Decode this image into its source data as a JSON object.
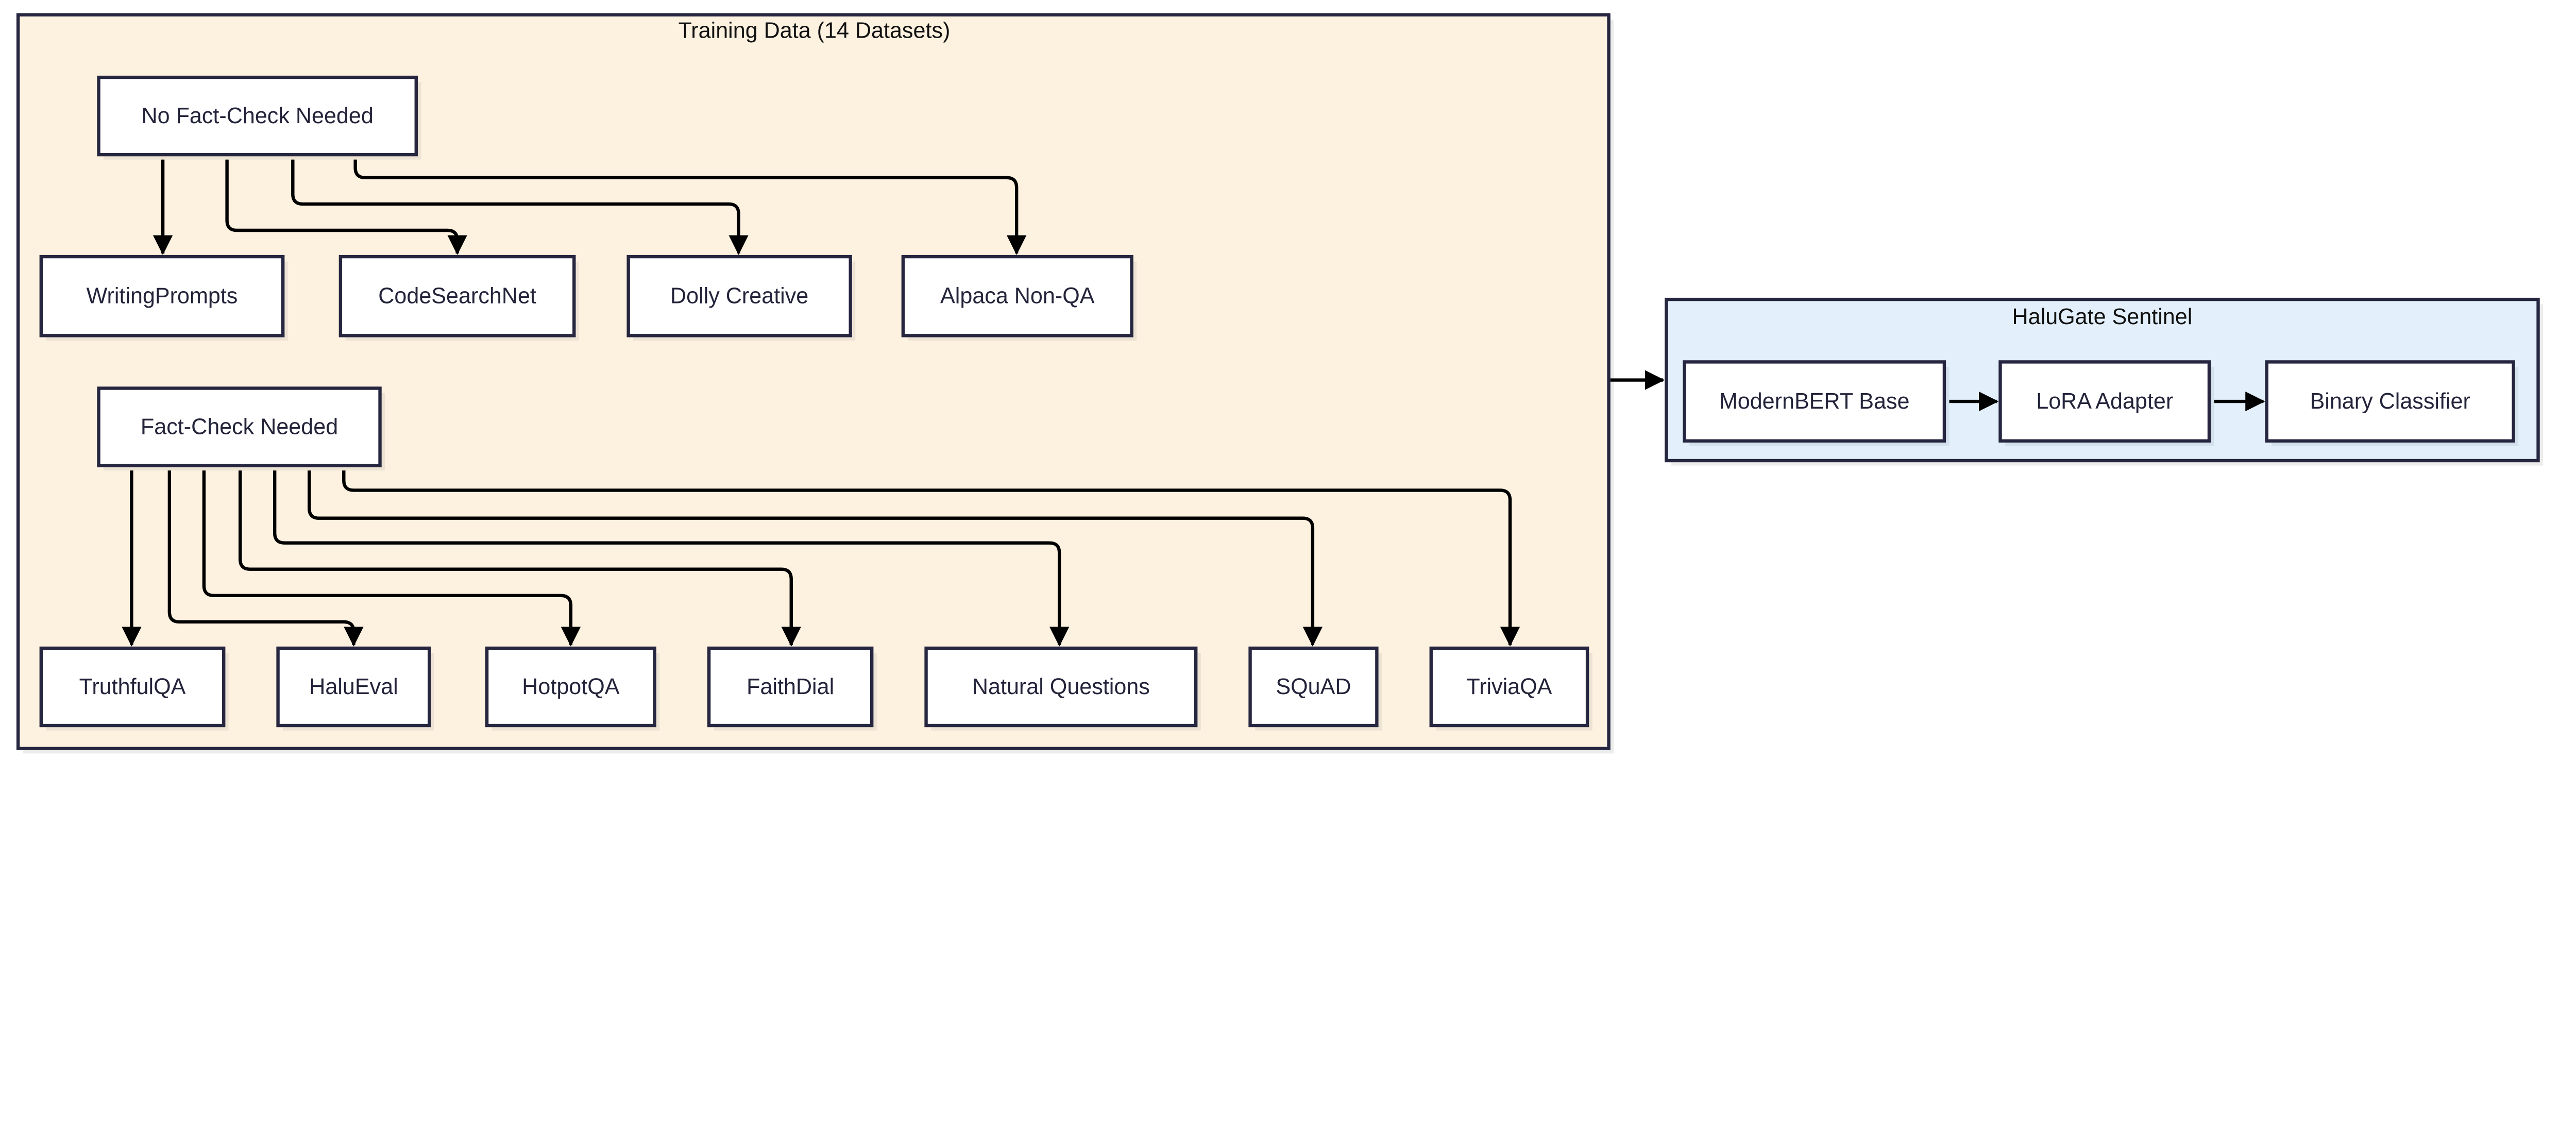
{
  "clusters": {
    "training": {
      "title": "Training Data (14 Datasets)",
      "fill": "#fdf1e0"
    },
    "sentinel": {
      "title": "HaluGate Sentinel",
      "fill": "#e3f0fb"
    }
  },
  "nodes": {
    "no_fact_check": "No Fact-Check Needed",
    "fact_check": "Fact-Check Needed",
    "writingprompts": "WritingPrompts",
    "codesearchnet": "CodeSearchNet",
    "dolly": "Dolly Creative",
    "alpaca": "Alpaca Non-QA",
    "truthfulqa": "TruthfulQA",
    "halueval": "HaluEval",
    "hotpotqa": "HotpotQA",
    "faithdial": "FaithDial",
    "nq": "Natural Questions",
    "squad": "SQuAD",
    "triviaqa": "TriviaQA",
    "modernbert": "ModernBERT Base",
    "lora": "LoRA Adapter",
    "classifier": "Binary Classifier"
  },
  "colors": {
    "border": "#262640",
    "edge": "#000000"
  }
}
